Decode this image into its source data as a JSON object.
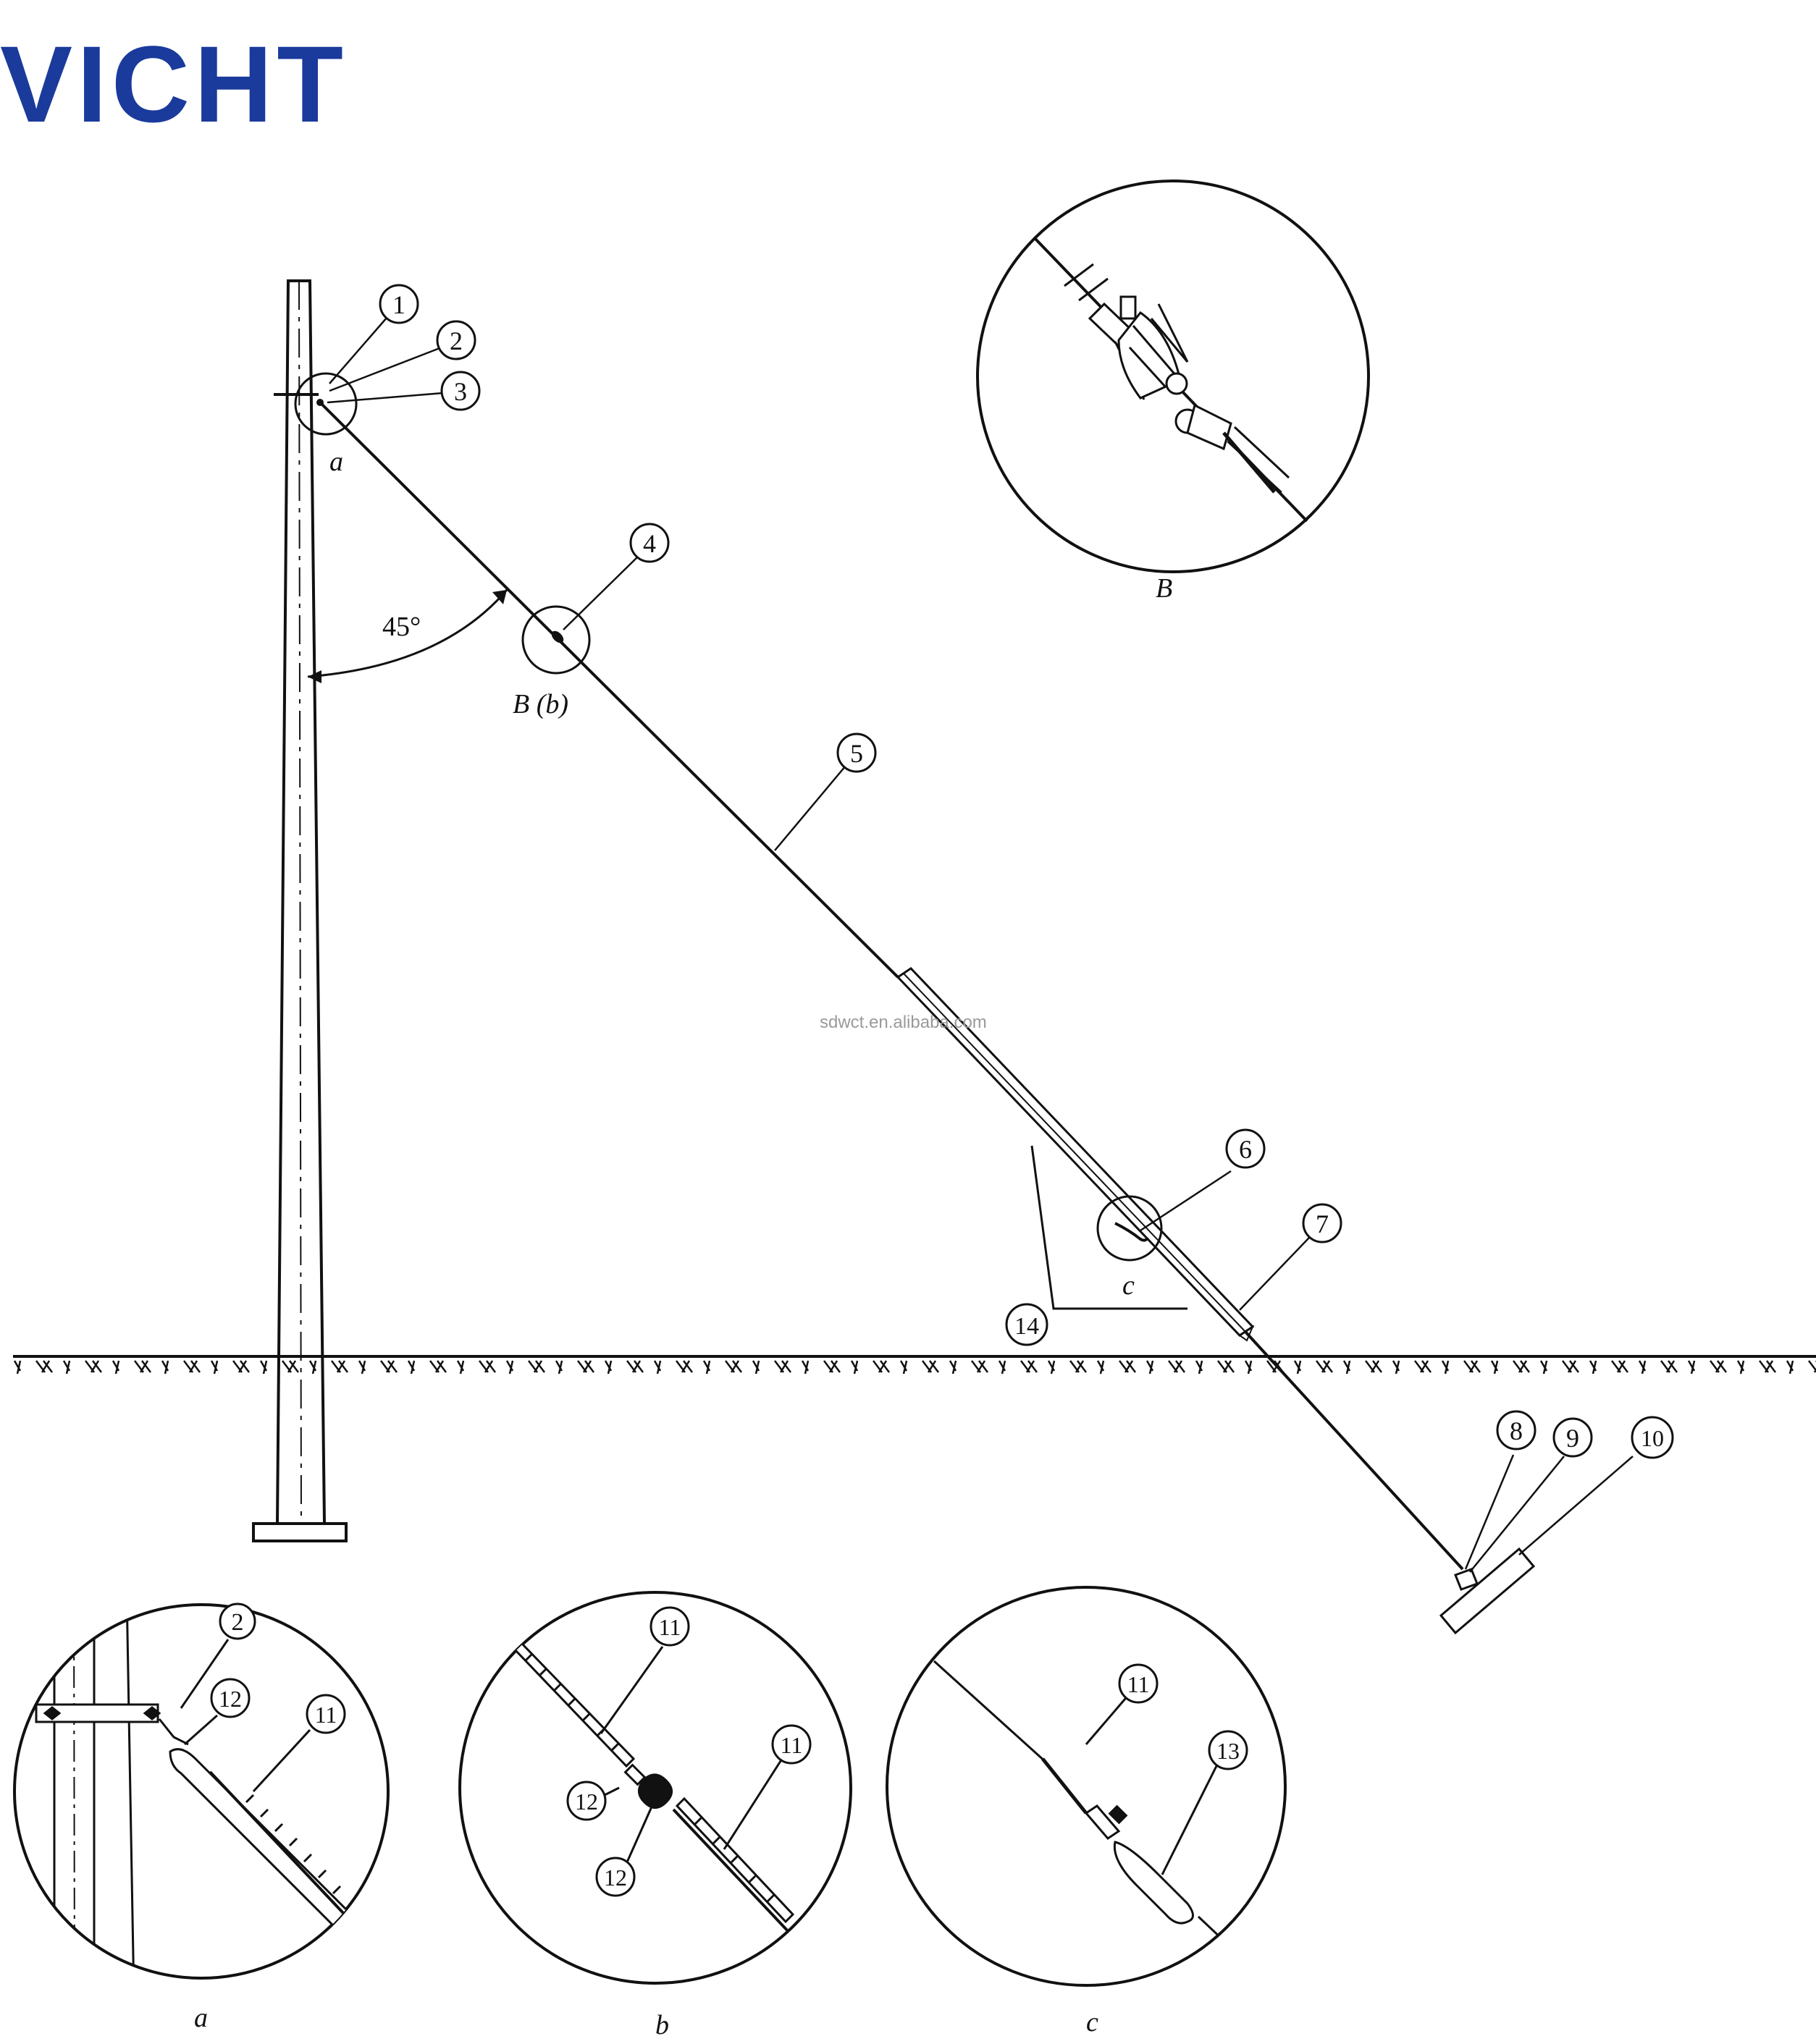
{
  "brand": {
    "logo_text": "VICHT",
    "color": "#1a3a9c"
  },
  "watermark": "sdwct.en.alibaba.com",
  "angle_label": "45°",
  "callouts": {
    "c1": "1",
    "c2": "2",
    "c3": "3",
    "c4": "4",
    "c5": "5",
    "c6": "6",
    "c7": "7",
    "c8": "8",
    "c9": "9",
    "c10": "10",
    "c14": "14"
  },
  "region_labels": {
    "a": "a",
    "b": "B (b)",
    "c": "c"
  },
  "detail_B": {
    "caption": "B"
  },
  "detail_a": {
    "caption": "a",
    "c2": "2",
    "c12": "12",
    "c11": "11"
  },
  "detail_b": {
    "caption": "b",
    "c11a": "11",
    "c11b": "11",
    "c12a": "12",
    "c12b": "12"
  },
  "detail_c": {
    "caption": "c",
    "c11": "11",
    "c13": "13"
  },
  "colors": {
    "line": "#111111",
    "brand": "#1a3a9c",
    "watermark": "#9a9a9a"
  }
}
